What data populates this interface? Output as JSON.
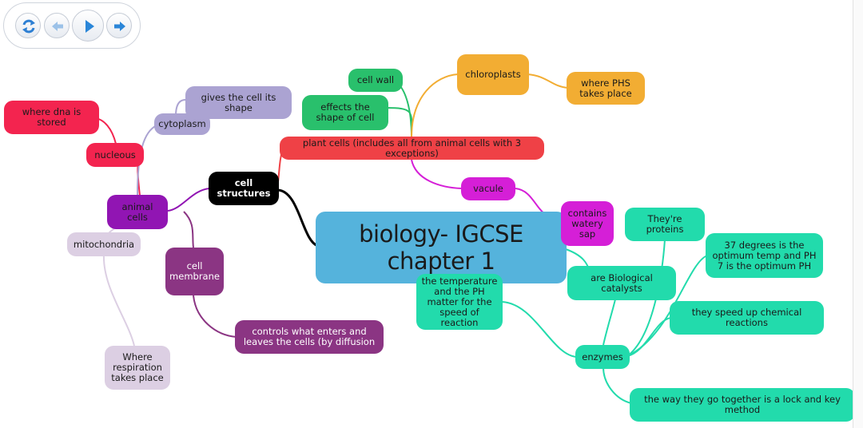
{
  "toolbar": [
    {
      "name": "refresh-button",
      "icon": "refresh-icon"
    },
    {
      "name": "back-button",
      "icon": "arrow-left-icon"
    },
    {
      "name": "play-button",
      "icon": "play-icon"
    },
    {
      "name": "forward-button",
      "icon": "arrow-right-icon"
    }
  ],
  "colors": {
    "root": "#55b3dc",
    "black": "#000000",
    "red": "#ef4146",
    "green": "#29c06c",
    "orange": "#f2ad33",
    "magenta": "#d51fd7",
    "purple": "#9115b3",
    "dark_purple": "#8b3583",
    "lavender": "#aba3d2",
    "light_pink": "#dccfe3",
    "crimson": "#f3244f",
    "teal": "#22dbac"
  },
  "nodes": {
    "root": "biology- IGCSE chapter 1",
    "cell_structures": "cell structures",
    "plant_cells": "plant cells (includes all from animal cells with 3 exceptions)",
    "cell_wall": "cell wall",
    "cell_wall_desc": "effects the shape of cell",
    "chloroplasts": "chloroplasts",
    "chloroplasts_desc": "where PHS takes place",
    "vacule": "vacule",
    "vacule_desc": "contains watery sap",
    "animal_cells": "animal cells",
    "nucleous": "nucleous",
    "nucleous_desc": "where dna is stored",
    "cytoplasm": "cytoplasm",
    "cytoplasm_desc": "gives the cell its shape",
    "mitochondria": "mitochondria",
    "mitochondria_desc": "Where respiration takes place",
    "cell_membrane": "cell membrane",
    "cell_membrane_desc": "controls what enters and leaves the cells (by diffusion",
    "enzymes": "enzymes",
    "temp_ph": "the temperature and the PH matter for the speed of reaction",
    "biological_catalysts": "are Biological catalysts",
    "proteins": "They're proteins",
    "optimum": "37 degrees is the optimum temp and PH 7 is the optimum PH",
    "speed_up": "they speed up chemical reactions",
    "lock_key": "the way they go together is a lock and key method"
  }
}
